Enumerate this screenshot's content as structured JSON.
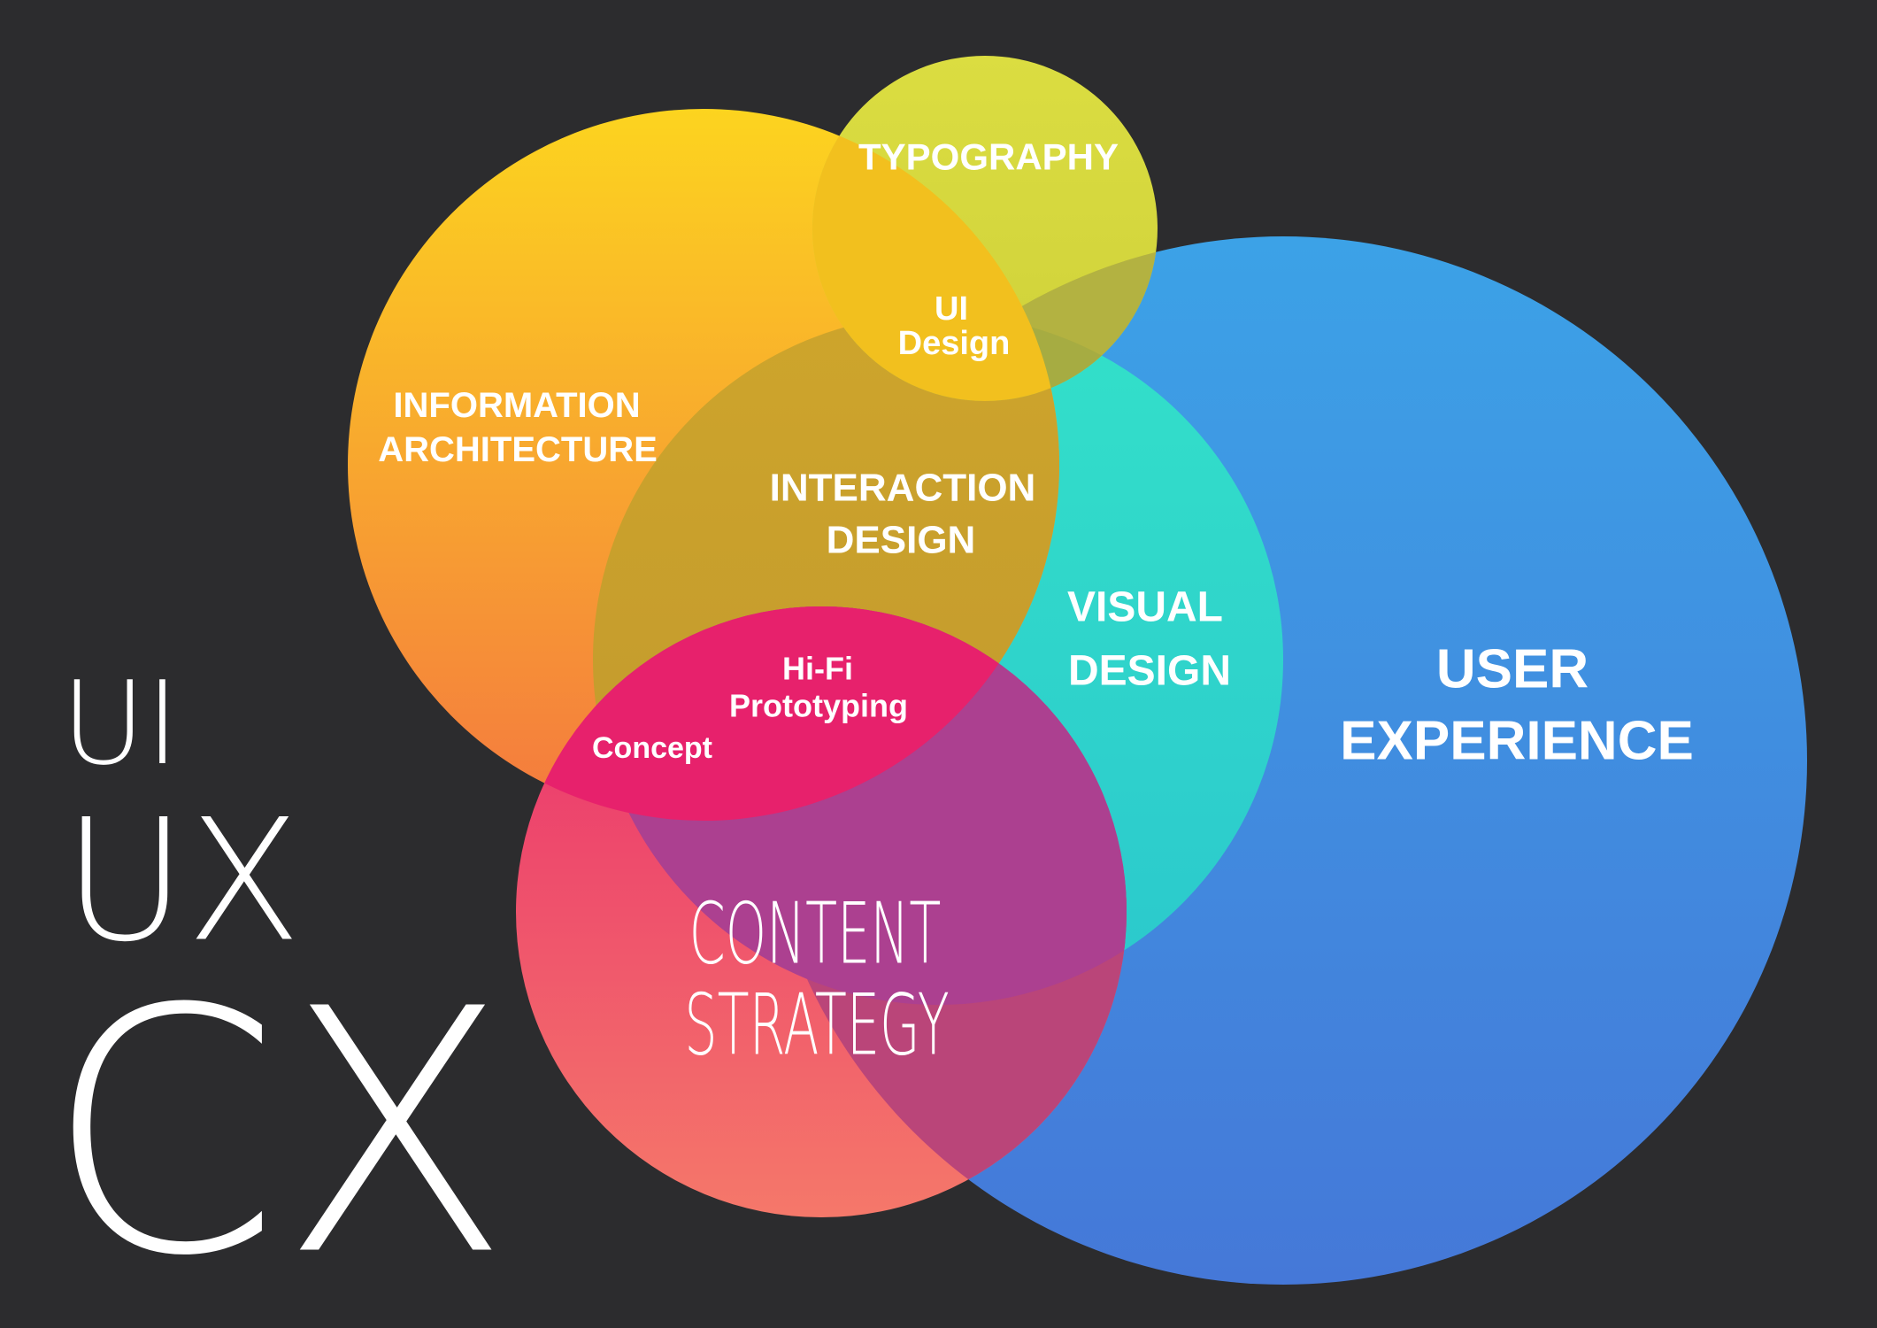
{
  "background_color": "#2C2C2E",
  "side_labels": {
    "ui": {
      "text": "UI",
      "color": "#85858B"
    },
    "ux": {
      "text": "UX",
      "color": "#7D7D83"
    },
    "cx": {
      "text": "CX",
      "color": "#73737A"
    }
  },
  "circles": {
    "user_experience": {
      "label": [
        "USER",
        "EXPERIENCE"
      ],
      "color_top": "#3CA2E7",
      "color_bottom": "#4578D8"
    },
    "visual_design": {
      "label": [
        "VISUAL",
        "DESIGN"
      ],
      "color_top": "#33E0C9",
      "color_bottom": "#2BC8CD"
    },
    "information_architecture": {
      "label": [
        "INFORMATION",
        "ARCHITECTURE"
      ],
      "color_top": "#FCD41F",
      "color_bottom": "#F4793F"
    },
    "typography": {
      "label": [
        "TYPOGRAPHY"
      ],
      "color_top": "#DBDD41",
      "color_bottom": "#CFD13A"
    },
    "content_strategy": {
      "label": [
        "CONTENT",
        "STRATEGY"
      ],
      "color_top": "#E92C6E",
      "color_bottom": "#F5786A"
    }
  },
  "overlap_regions": {
    "interaction_design": {
      "label": [
        "INTERACTION",
        "DESIGN"
      ],
      "color_top": "#D2A92A",
      "color_bottom": "#C39A2E"
    },
    "ui_design": {
      "label": [
        "UI",
        "Design"
      ],
      "color": "#F2C01E"
    },
    "hifi_prototyping": {
      "label": [
        "Hi-Fi",
        "Prototyping"
      ],
      "color": "#E7216C"
    },
    "concept": {
      "label": "Concept"
    },
    "typography_ux_overlap": {
      "color": "#B3B241"
    },
    "typography_visual_overlap": {
      "color": "#A6AC42"
    },
    "content_ux_overlap": {
      "color": "#BA4579"
    },
    "content_visual_overlap": {
      "color": "#AC4090"
    }
  }
}
